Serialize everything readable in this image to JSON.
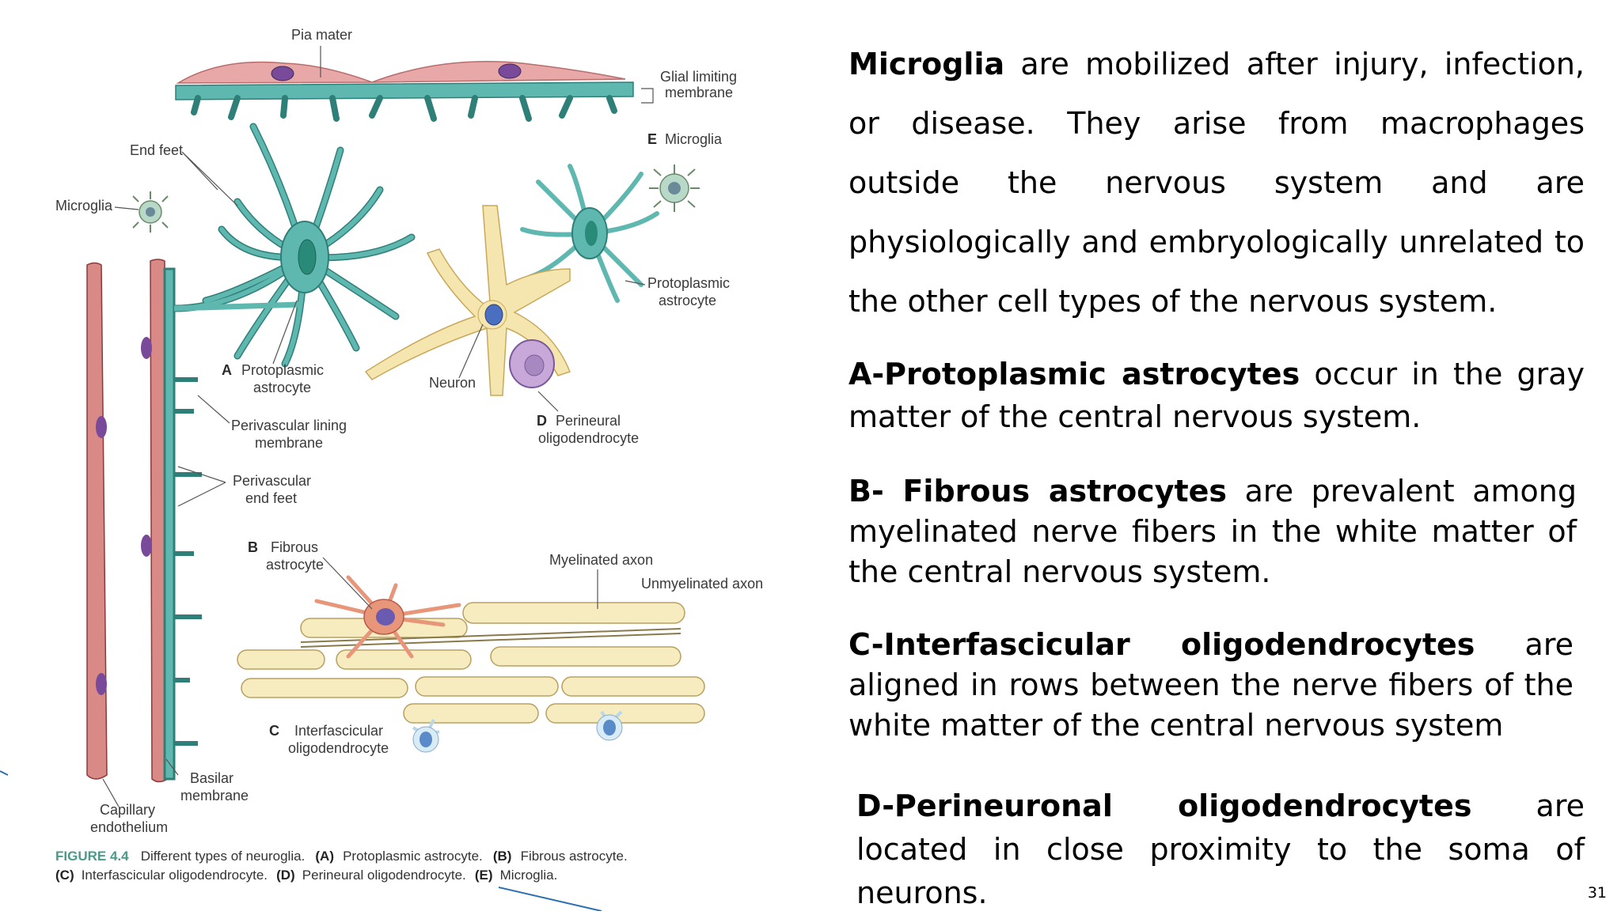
{
  "figure": {
    "labels": {
      "pia_mater": "Pia mater",
      "glial_limiting_1": "Glial limiting",
      "glial_limiting_2": "membrane",
      "end_feet": "End feet",
      "e_letter": "E",
      "e_microglia": "Microglia",
      "microglia_left": "Microglia",
      "protoplasmic_right_1": "Protoplasmic",
      "protoplasmic_right_2": "astrocyte",
      "a_letter": "A",
      "a_text_1": "Protoplasmic",
      "a_text_2": "astrocyte",
      "neuron": "Neuron",
      "perivascular_lining_1": "Perivascular lining",
      "perivascular_lining_2": "membrane",
      "d_letter": "D",
      "d_text_1": "Perineural",
      "d_text_2": "oligodendrocyte",
      "perivascular_endfeet_1": "Perivascular",
      "perivascular_endfeet_2": "end feet",
      "b_letter": "B",
      "b_text_1": "Fibrous",
      "b_text_2": "astrocyte",
      "myelinated_axon": "Myelinated axon",
      "unmyelinated_axon": "Unmyelinated axon",
      "c_letter": "C",
      "c_text_1": "Interfascicular",
      "c_text_2": "oligodendrocyte",
      "basilar_1": "Basilar",
      "basilar_2": "membrane",
      "capillary_1": "Capillary",
      "capillary_2": "endothelium"
    },
    "caption": {
      "fig_label": "FIGURE 4.4",
      "line1_text": "Different types of neuroglia.",
      "a_mark": "(A)",
      "a_text": "Protoplasmic astrocyte.",
      "b_mark": "(B)",
      "b_text": "Fibrous astrocyte.",
      "c_mark": "(C)",
      "c_text": "Interfascicular oligodendrocyte.",
      "d_mark": "(D)",
      "d_text": "Perineural oligodendrocyte.",
      "e_mark": "(E)",
      "e_text": "Microglia."
    }
  },
  "paragraphs": {
    "microglia": {
      "bold": "Microglia",
      "text": " are mobilized after injury, infection, or disease. They arise from macrophages outside the nervous system and are physiologically and embryologically unrelated to the other cell types of the nervous system."
    },
    "a": {
      "bold": "A-Protoplasmic astrocytes",
      "text": " occur in the gray matter of the central nervous system."
    },
    "b": {
      "bold": "B- Fibrous astrocytes",
      "text": " are prevalent among myelinated nerve fibers in the white matter of the central nervous system."
    },
    "c": {
      "bold": "C-Interfascicular oligodendrocytes",
      "text": " are aligned in rows between the nerve fibers of the white matter of the central nervous system"
    },
    "d": {
      "bold": "D-Perineuronal oligodendrocytes",
      "text": " are located in close proximity to the soma of neurons."
    }
  },
  "page_number": "31",
  "colors": {
    "astrocyte": "#5fb8b0",
    "astrocyte_stroke": "#2f7f79",
    "pia": "#e8a8a8",
    "vessel": "#d98a86",
    "neuron": "#f5e6b0",
    "nucleus": "#5a6fb8",
    "axon": "#f7ecc0",
    "caption_green": "#4a9a8a"
  }
}
